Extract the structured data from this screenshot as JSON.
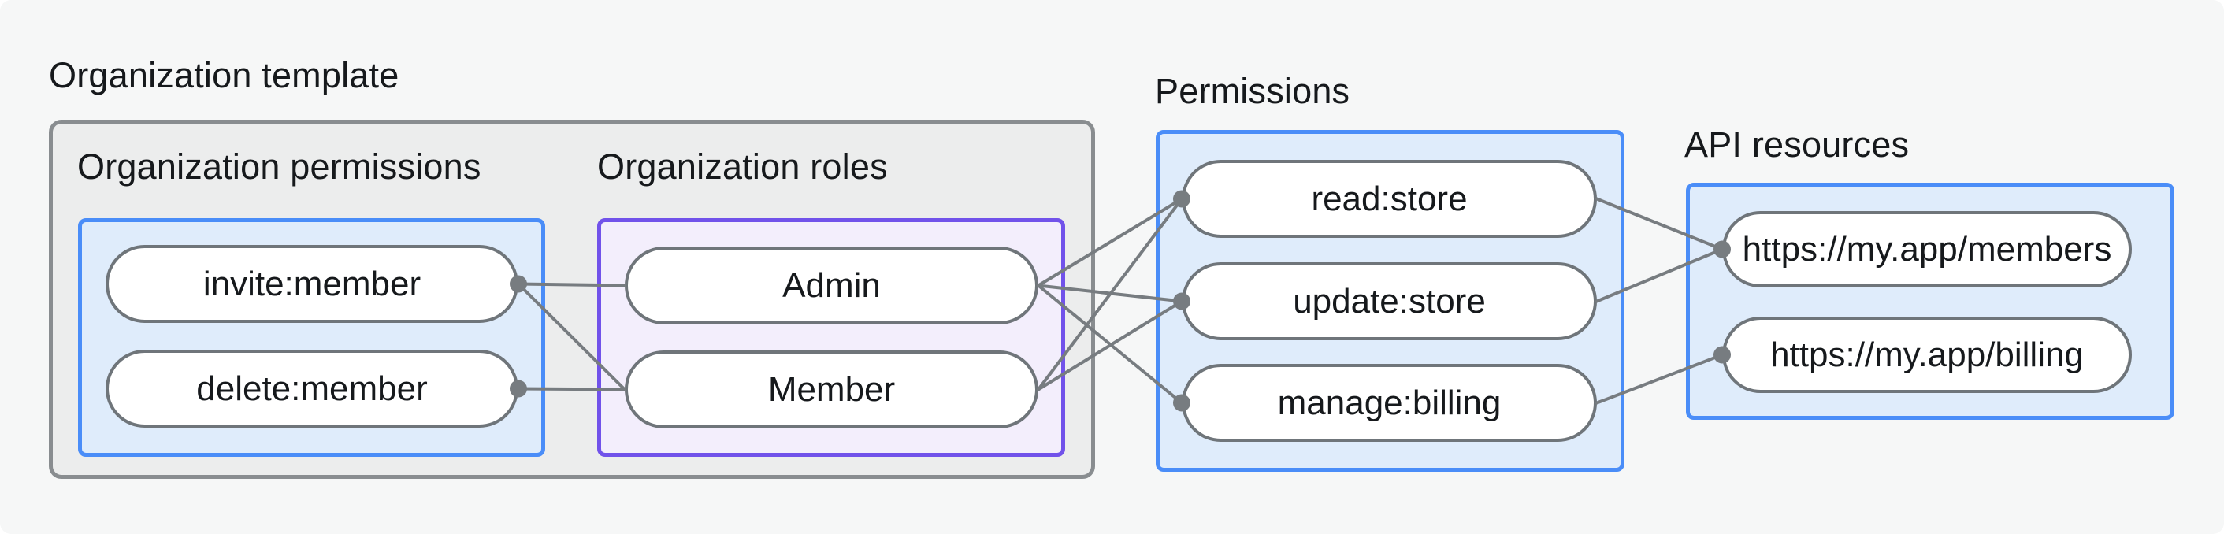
{
  "diagram": {
    "title": "Organization template",
    "sections": {
      "org_permissions": {
        "label": "Organization permissions",
        "items": [
          "invite:member",
          "delete:member"
        ]
      },
      "org_roles": {
        "label": "Organization roles",
        "items": [
          "Admin",
          "Member"
        ]
      },
      "permissions": {
        "label": "Permissions",
        "items": [
          "read:store",
          "update:store",
          "manage:billing"
        ]
      },
      "api_resources": {
        "label": "API resources",
        "items": [
          "https://my.app/members",
          "https://my.app/billing"
        ]
      }
    },
    "edges": [
      {
        "from": "invite:member",
        "to": "Admin"
      },
      {
        "from": "invite:member",
        "to": "Member"
      },
      {
        "from": "delete:member",
        "to": "Member"
      },
      {
        "from": "Admin",
        "to": "read:store"
      },
      {
        "from": "Admin",
        "to": "update:store"
      },
      {
        "from": "Admin",
        "to": "manage:billing"
      },
      {
        "from": "Member",
        "to": "read:store"
      },
      {
        "from": "Member",
        "to": "update:store"
      },
      {
        "from": "read:store",
        "to": "https://my.app/members"
      },
      {
        "from": "update:store",
        "to": "https://my.app/members"
      },
      {
        "from": "manage:billing",
        "to": "https://my.app/billing"
      }
    ]
  },
  "colors": {
    "page_bg": "#F6F7F7",
    "template_box_bg": "#ECEDED",
    "template_box_border": "#898D90",
    "blue_box_bg": "#DFECFB",
    "blue_box_border": "#4A8DF8",
    "purple_box_bg": "#F3EEFC",
    "purple_box_border": "#7152EA",
    "pill_border": "#6F757A",
    "connector": "#777C80",
    "text": "#16191C"
  }
}
